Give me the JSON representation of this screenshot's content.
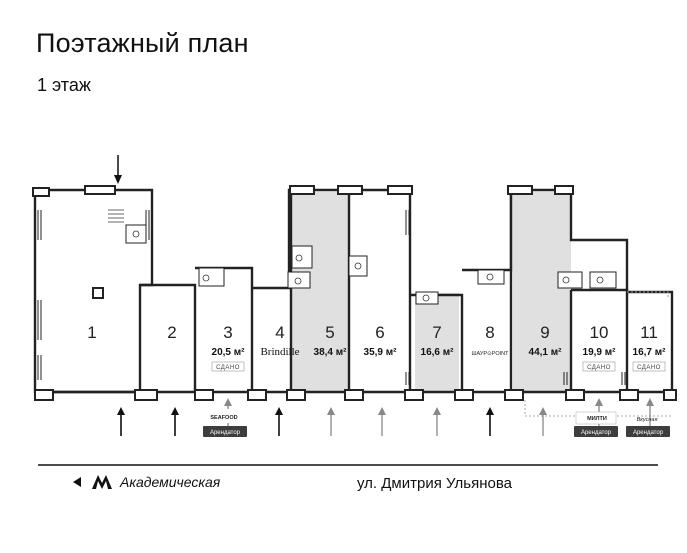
{
  "header": {
    "title": "Поэтажный план",
    "floor": "1 этаж"
  },
  "units": [
    {
      "number": "1",
      "area": "",
      "status": "",
      "tenant": "",
      "highlight": false
    },
    {
      "number": "2",
      "area": "",
      "status": "",
      "tenant": "",
      "highlight": false
    },
    {
      "number": "3",
      "area": "20,5 м²",
      "status": "СДАНО",
      "tenant": "",
      "highlight": false
    },
    {
      "number": "4",
      "area": "",
      "status": "",
      "tenant": "Brindille",
      "highlight": false
    },
    {
      "number": "5",
      "area": "38,4 м²",
      "status": "",
      "tenant": "",
      "highlight": true
    },
    {
      "number": "6",
      "area": "35,9 м²",
      "status": "",
      "tenant": "",
      "highlight": false
    },
    {
      "number": "7",
      "area": "16,6 м²",
      "status": "",
      "tenant": "",
      "highlight": true
    },
    {
      "number": "8",
      "area": "",
      "status": "",
      "tenant": "ШАУР⊙POINT",
      "highlight": false
    },
    {
      "number": "9",
      "area": "44,1 м²",
      "status": "",
      "tenant": "",
      "highlight": true
    },
    {
      "number": "10",
      "area": "19,9 м²",
      "status": "СДАНО",
      "tenant": "",
      "highlight": false
    },
    {
      "number": "11",
      "area": "16,7 м²",
      "status": "СДАНО",
      "tenant": "",
      "highlight": false
    }
  ],
  "tenant_badges": [
    {
      "logo": "SEAFOOD",
      "label": "Арендатор"
    },
    {
      "logo": "МИЛТИ",
      "label": "Арендатор"
    },
    {
      "logo": "Вкусная",
      "label": "Арендатор"
    }
  ],
  "footer": {
    "metro_station": "Академическая",
    "street": "ул. Дмитрия Ульянова"
  },
  "colors": {
    "wall": "#222222",
    "available": "#e0e0e0",
    "badge": "#3d3d3d",
    "active_arrow": "#111111",
    "inactive_arrow": "#888888"
  },
  "icons": [
    "entrance-arrow-icon",
    "metro-logo-icon",
    "back-arrow-icon",
    "toilet-icon"
  ]
}
